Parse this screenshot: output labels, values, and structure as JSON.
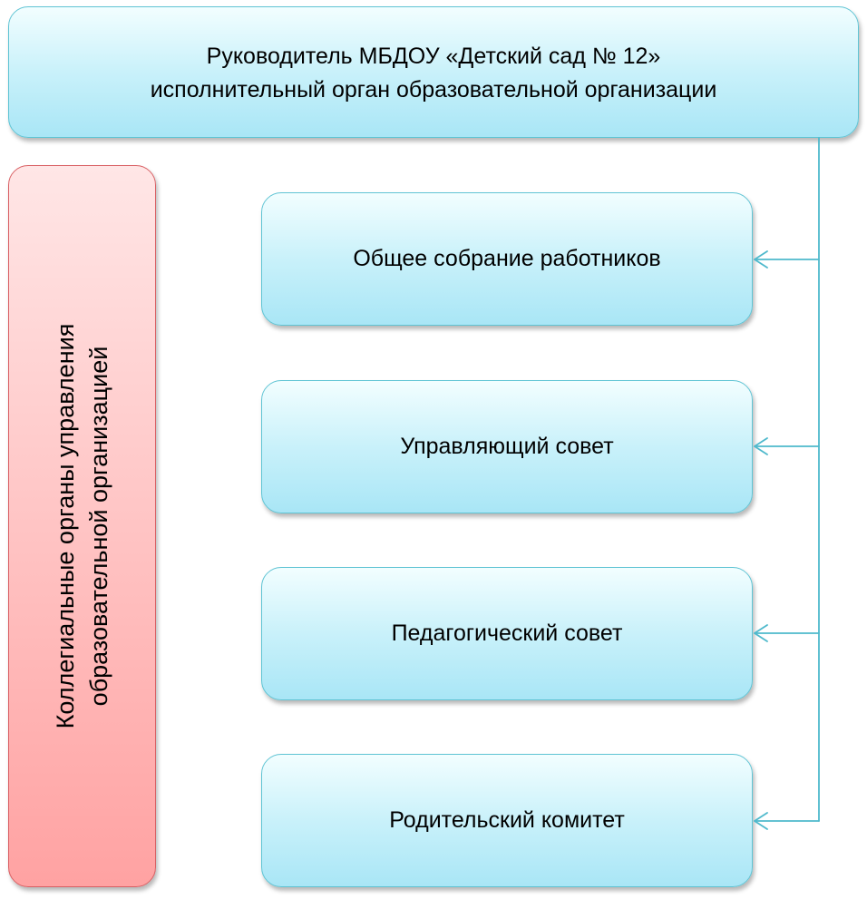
{
  "head": {
    "line1": "Руководитель МБДОУ «Детский сад № 12»",
    "line2": "исполнительный орган образовательной организации"
  },
  "side_label": {
    "line1": "Коллегиальные органы управления",
    "line2": "образовательной организацией"
  },
  "bodies": [
    {
      "label": "Общее собрание работников"
    },
    {
      "label": "Управляющий совет"
    },
    {
      "label": "Педагогический совет"
    },
    {
      "label": "Родительский комитет"
    }
  ],
  "colors": {
    "connector": "#4fb9cc",
    "blue_border": "#5fc4d4",
    "red_border": "#d95f63"
  }
}
